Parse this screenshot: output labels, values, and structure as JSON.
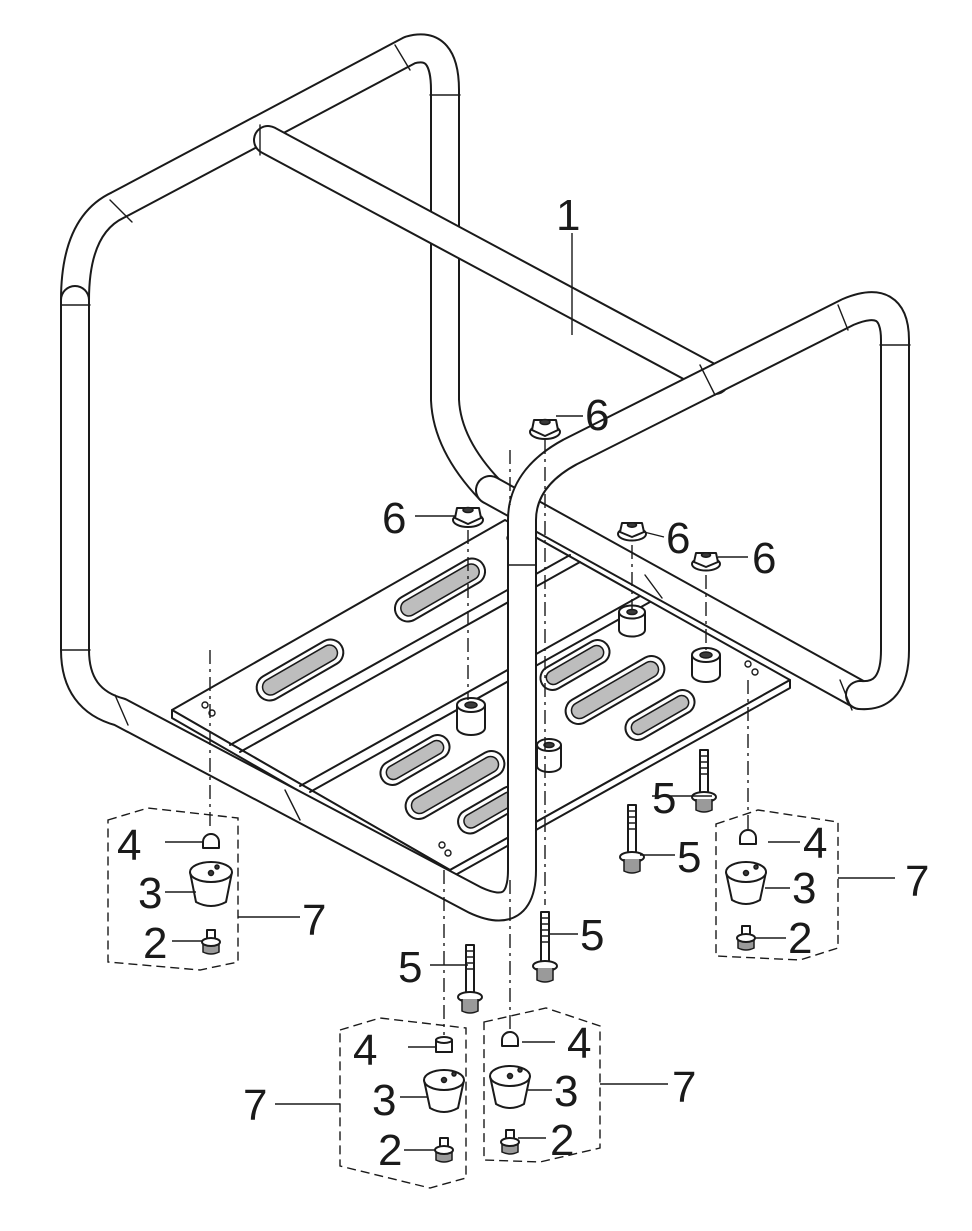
{
  "callouts": {
    "frame": "1",
    "screw": "2",
    "damper": "3",
    "cap": "4",
    "bolt": "5",
    "nut": "6",
    "assembly": "7"
  }
}
